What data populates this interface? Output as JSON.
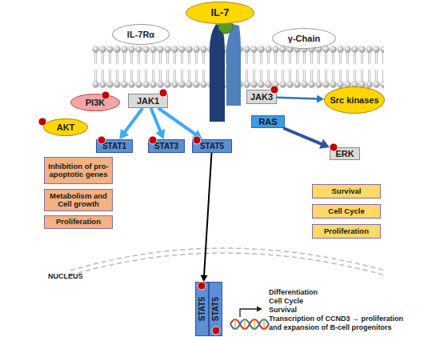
{
  "diagram": {
    "nodes": [
      {
        "text": [
          "IL-7"
        ]
      },
      {
        "text": [
          "IL-7Rα"
        ]
      },
      {
        "text": [
          "γ-Chain"
        ]
      },
      {
        "text": [
          "PI3K"
        ]
      },
      {
        "text": [
          "JAK1"
        ]
      },
      {
        "text": [
          "JAK3"
        ]
      },
      {
        "text": [
          "Src kinases"
        ]
      },
      {
        "text": [
          "RAS"
        ]
      },
      {
        "text": [
          "AKT"
        ]
      },
      {
        "text": [
          "STAT1"
        ]
      },
      {
        "text": [
          "STAT3"
        ]
      },
      {
        "text": [
          "STAT5"
        ]
      },
      {
        "text": [
          "ERK"
        ]
      },
      {
        "text": [
          "Inhibition of pro-apoptotic genes"
        ]
      },
      {
        "text": [
          "Metabolism and Cell growth"
        ]
      },
      {
        "text": [
          "Proliferation"
        ]
      },
      {
        "text": [
          "Survival"
        ]
      },
      {
        "text": [
          "Cell Cycle"
        ]
      },
      {
        "text": [
          "Proliferation"
        ]
      },
      {
        "text": [
          "STAT5"
        ]
      },
      {
        "text": [
          "STAT5"
        ]
      }
    ],
    "edges": [
      {
        "from": 4,
        "to": 9,
        "arrow": "to"
      },
      {
        "from": 4,
        "to": 10,
        "arrow": "to"
      },
      {
        "from": 4,
        "to": 11,
        "arrow": "to"
      },
      {
        "from": 5,
        "to": 6,
        "arrow": "to"
      },
      {
        "from": 7,
        "to": 12,
        "arrow": "to"
      },
      {
        "from": 11,
        "to": 19,
        "arrow": "to"
      }
    ],
    "labels": [
      "NUCLEUS",
      "Differentiation",
      "Cell Cycle",
      "Survival",
      "Transcription of CCND3 → proliferation and expansion of B-cell progenitors"
    ]
  }
}
